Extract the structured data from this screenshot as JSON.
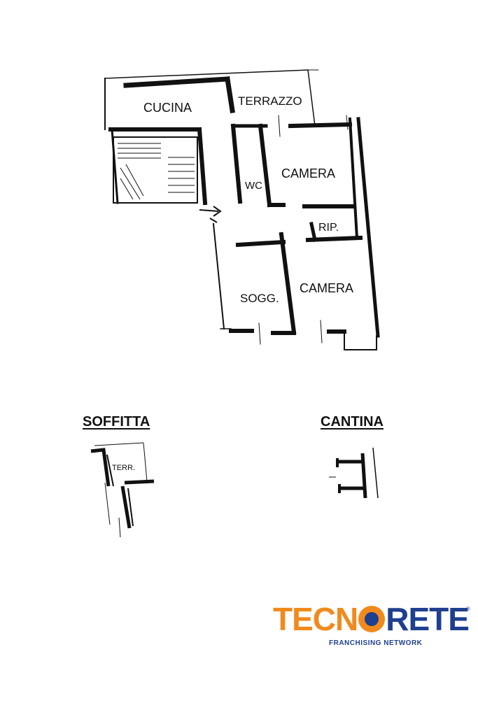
{
  "floor_plan": {
    "rooms": {
      "cucina": "CUCINA",
      "terrazzo": "TERRAZZO",
      "wc": "WC",
      "camera_top": "CAMERA",
      "rip": "RIP.",
      "soggiorno": "SOGG.",
      "camera_bottom": "CAMERA"
    }
  },
  "soffitta": {
    "title": "SOFFITTA",
    "terr_label": "TERR."
  },
  "cantina": {
    "title": "CANTINA"
  },
  "logo": {
    "text_part1": "TECN",
    "text_part2": "RETE",
    "subtitle": "FRANCHISING NETWORK",
    "registered": "®",
    "orange": "#f08a1d",
    "blue": "#1f3f8f"
  }
}
